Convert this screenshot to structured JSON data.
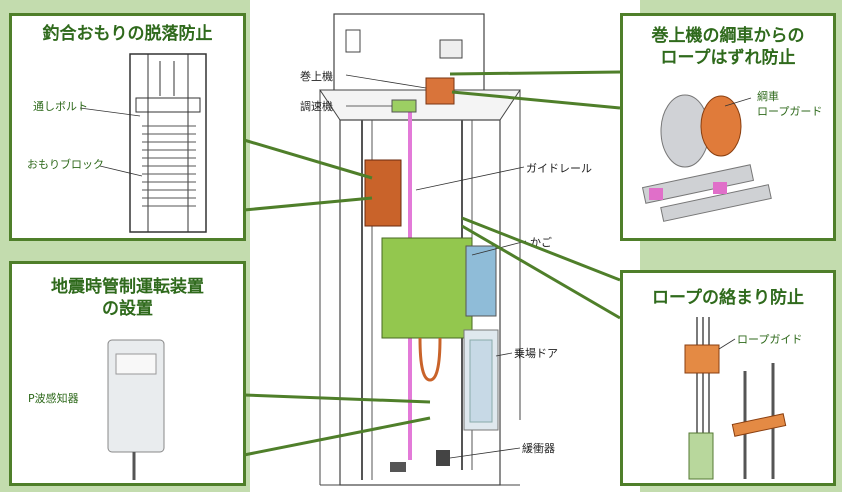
{
  "panels": {
    "top_left": {
      "title": "釣合おもりの脱落防止",
      "labels": [
        "通しボルト",
        "おもりブロック"
      ]
    },
    "bottom_left": {
      "title": "地震時管制運転装置\nの設置",
      "labels": [
        "P波感知器"
      ]
    },
    "top_right": {
      "title": "巻上機の綱車からの\nロープはずれ防止",
      "labels": [
        "綱車",
        "ロープガード"
      ]
    },
    "bottom_right": {
      "title": "ロープの絡まり防止",
      "labels": [
        "ロープガイド"
      ]
    }
  },
  "center_labels": [
    "巻上機",
    "調速機",
    "ガイドレール",
    "かご",
    "乗場ドア",
    "緩衝器"
  ],
  "colors": {
    "border": "#4f7f2a",
    "title": "#2f6a1c",
    "background": "#c3dcae",
    "accent": "#d9743a"
  }
}
